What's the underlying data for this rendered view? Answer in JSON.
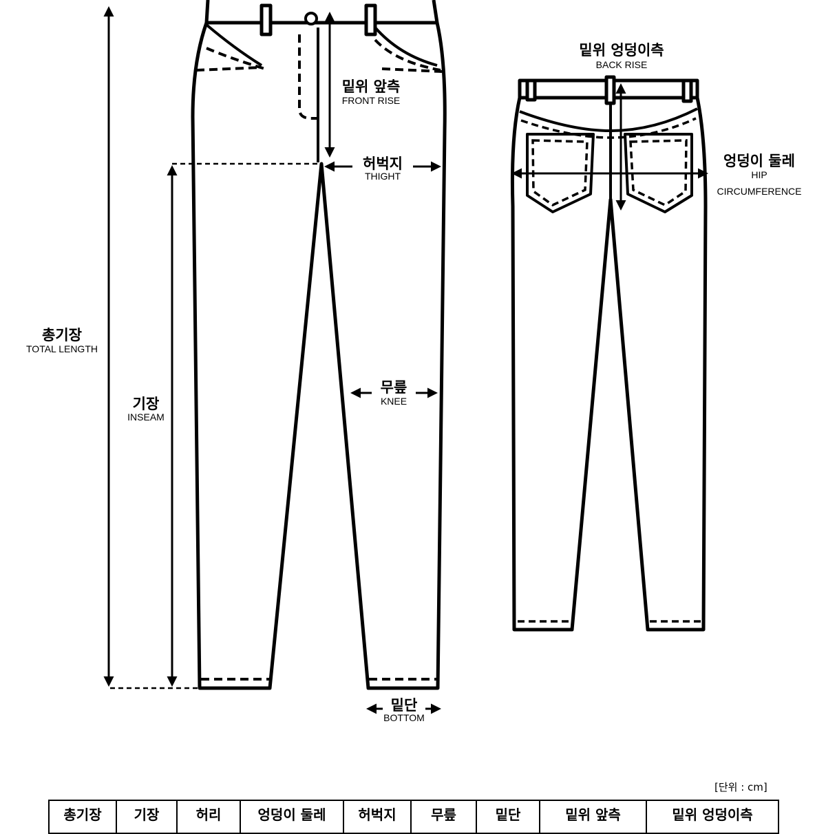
{
  "labels": {
    "total_length": {
      "ko": "총기장",
      "en": "TOTAL LENGTH"
    },
    "inseam": {
      "ko": "기장",
      "en": "INSEAM"
    },
    "front_rise": {
      "ko": "밑위 앞측",
      "en": "FRONT RISE"
    },
    "thigh": {
      "ko": "허벅지",
      "en": "THIGHT"
    },
    "knee": {
      "ko": "무릎",
      "en": "KNEE"
    },
    "bottom": {
      "ko": "밑단",
      "en": "BOTTOM"
    },
    "back_rise": {
      "ko": "밑위 엉덩이측",
      "en": "BACK RISE"
    },
    "hip": {
      "ko": "엉덩이 둘레",
      "en1": "HIP",
      "en2": "CIRCUMFERENCE"
    }
  },
  "unit_note": "[단위 : cm]",
  "table": {
    "headers": [
      "총기장",
      "기장",
      "허리",
      "엉덩이 둘레",
      "허벅지",
      "무릎",
      "밑단",
      "밑위 앞측",
      "밑위 엉덩이측"
    ]
  }
}
